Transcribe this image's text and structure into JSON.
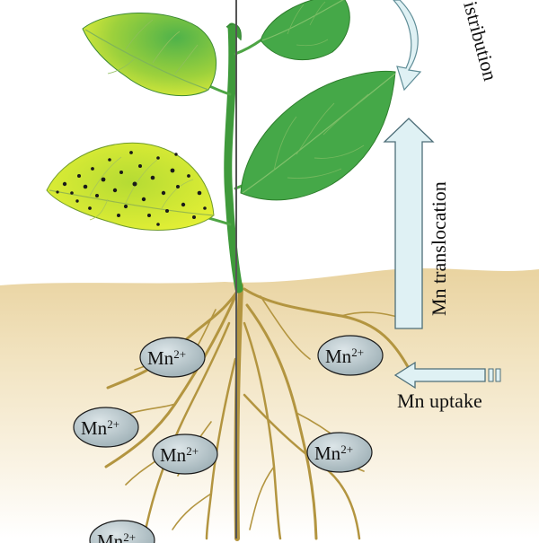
{
  "labels": {
    "redistribution": "istribution",
    "translocation": "Mn translocation",
    "uptake": "Mn uptake"
  },
  "ions": [
    {
      "text": "Mn",
      "charge": "2+"
    },
    {
      "text": "Mn",
      "charge": "2+"
    },
    {
      "text": "Mn",
      "charge": "2+"
    },
    {
      "text": "Mn",
      "charge": "2+"
    },
    {
      "text": "Mn",
      "charge": "2+"
    },
    {
      "text": "Mn",
      "charge": "2+"
    }
  ],
  "colors": {
    "leaf_healthy": "#45a848",
    "leaf_chlorotic": "#c9e22a",
    "stem": "#3f9a3b",
    "root": "#b79a44",
    "soil": "#ecd9a8",
    "arrow_fill": "#dff1f4",
    "arrow_stroke": "#4d6e78",
    "ion_fill": "#b8c7cc"
  }
}
